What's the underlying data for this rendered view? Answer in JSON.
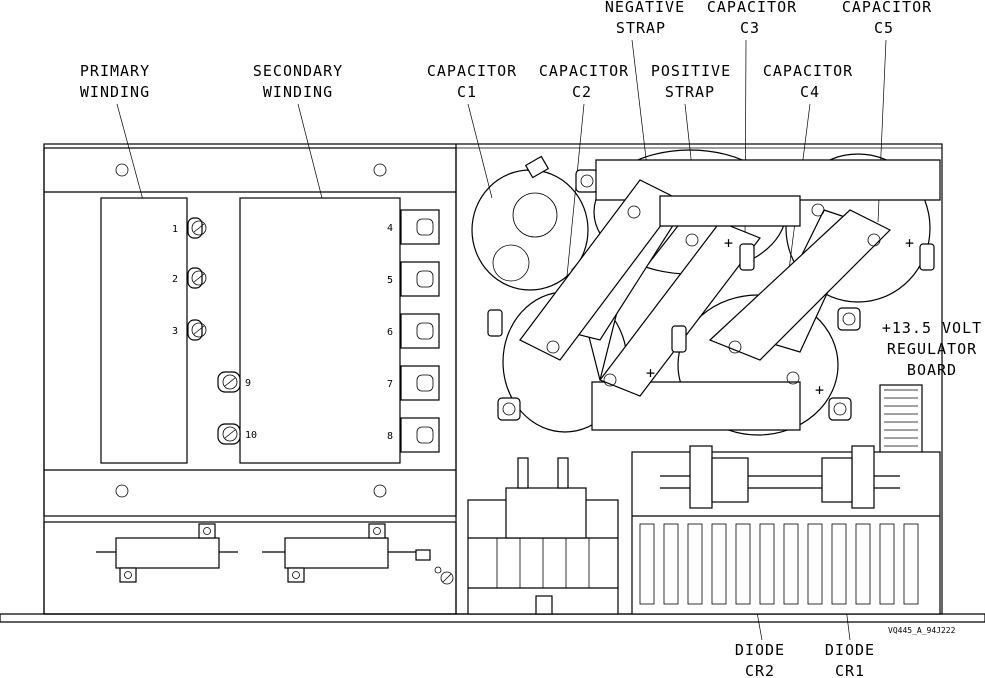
{
  "labels": {
    "primary_winding": [
      "PRIMARY",
      "WINDING"
    ],
    "secondary_winding": [
      "SECONDARY",
      "WINDING"
    ],
    "capacitor_c1": [
      "CAPACITOR",
      "C1"
    ],
    "capacitor_c2": [
      "CAPACITOR",
      "C2"
    ],
    "negative_strap": [
      "NEGATIVE",
      "STRAP"
    ],
    "capacitor_c3": [
      "CAPACITOR",
      "C3"
    ],
    "positive_strap": [
      "POSITIVE",
      "STRAP"
    ],
    "capacitor_c4": [
      "CAPACITOR",
      "C4"
    ],
    "capacitor_c5": [
      "CAPACITOR",
      "C5"
    ],
    "regulator_board": [
      "+13.5 VOLT",
      "REGULATOR",
      "BOARD"
    ],
    "diode_cr2": [
      "DIODE",
      "CR2"
    ],
    "diode_cr1": [
      "DIODE",
      "CR1"
    ]
  },
  "primary_terminals": [
    "1",
    "2",
    "3"
  ],
  "secondary_terminals_right": [
    "4",
    "5",
    "6",
    "7",
    "8"
  ],
  "secondary_terminals_left": [
    "9",
    "10"
  ],
  "polarity_marks": [
    "+",
    "+",
    "+",
    "+"
  ],
  "drawing_id": "VQ445_A_94J222"
}
